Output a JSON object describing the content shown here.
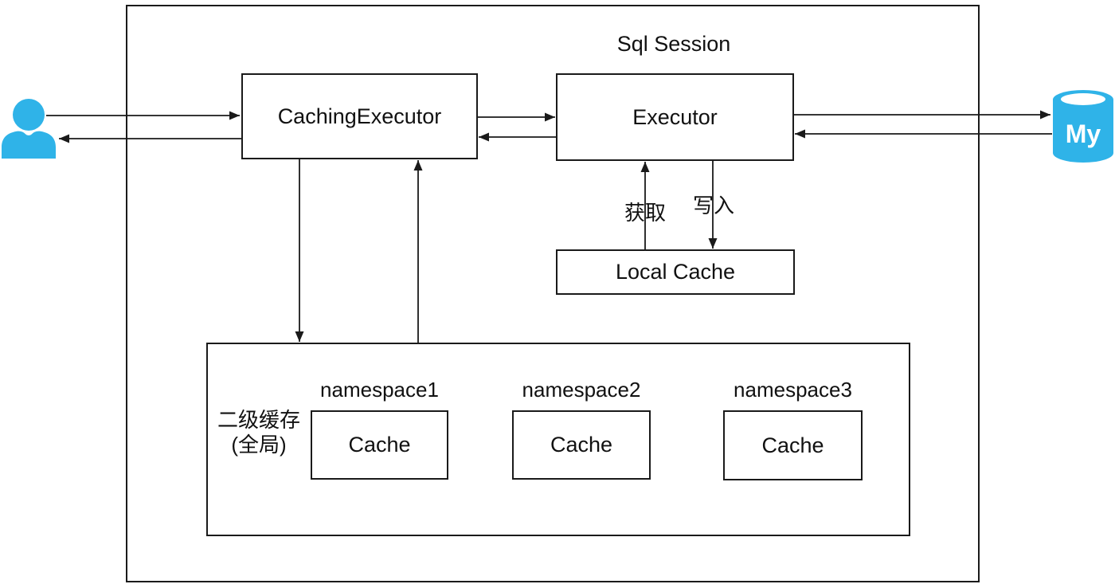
{
  "diagram": {
    "session_label": "Sql Session",
    "caching_executor": {
      "label": "CachingExecutor"
    },
    "executor": {
      "label": "Executor"
    },
    "local_cache": {
      "label": "Local Cache"
    },
    "edge_labels": {
      "get": "获取",
      "write": "写入"
    },
    "l2_cache": {
      "label_line1": "二级缓存",
      "label_line2": "(全局)",
      "namespaces": [
        {
          "name": "namespace1",
          "cache_label": "Cache"
        },
        {
          "name": "namespace2",
          "cache_label": "Cache"
        },
        {
          "name": "namespace3",
          "cache_label": "Cache"
        }
      ]
    },
    "mysql_icon_text": "My",
    "colors": {
      "icon_blue": "#2FB3E8",
      "line_color": "#1A1A1A"
    }
  }
}
